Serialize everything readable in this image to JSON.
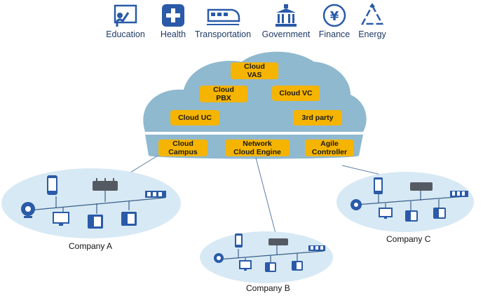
{
  "industries": [
    {
      "label": "Education",
      "icon": "education-icon"
    },
    {
      "label": "Health",
      "icon": "health-icon"
    },
    {
      "label": "Transportation",
      "icon": "train-icon"
    },
    {
      "label": "Government",
      "icon": "government-building-icon"
    },
    {
      "label": "Finance",
      "icon": "yen-coin-icon"
    },
    {
      "label": "Energy",
      "icon": "recycle-icon"
    }
  ],
  "cloud_services": {
    "vas": "Cloud\nVAS",
    "pbx": "Cloud\nPBX",
    "vc": "Cloud VC",
    "uc": "Cloud UC",
    "third_party": "3rd party"
  },
  "network_services": {
    "campus": "Cloud\nCampus",
    "engine": "Network\nCloud Engine",
    "agile": "Agile\nController"
  },
  "companies": {
    "a": "Company A",
    "b": "Company B",
    "c": "Company C"
  },
  "colors": {
    "icon_blue": "#2a5aa8",
    "cloud_fill": "#8fb9cf",
    "service_box": "#f5b400",
    "lan_ellipse": "#d7e9f4"
  }
}
